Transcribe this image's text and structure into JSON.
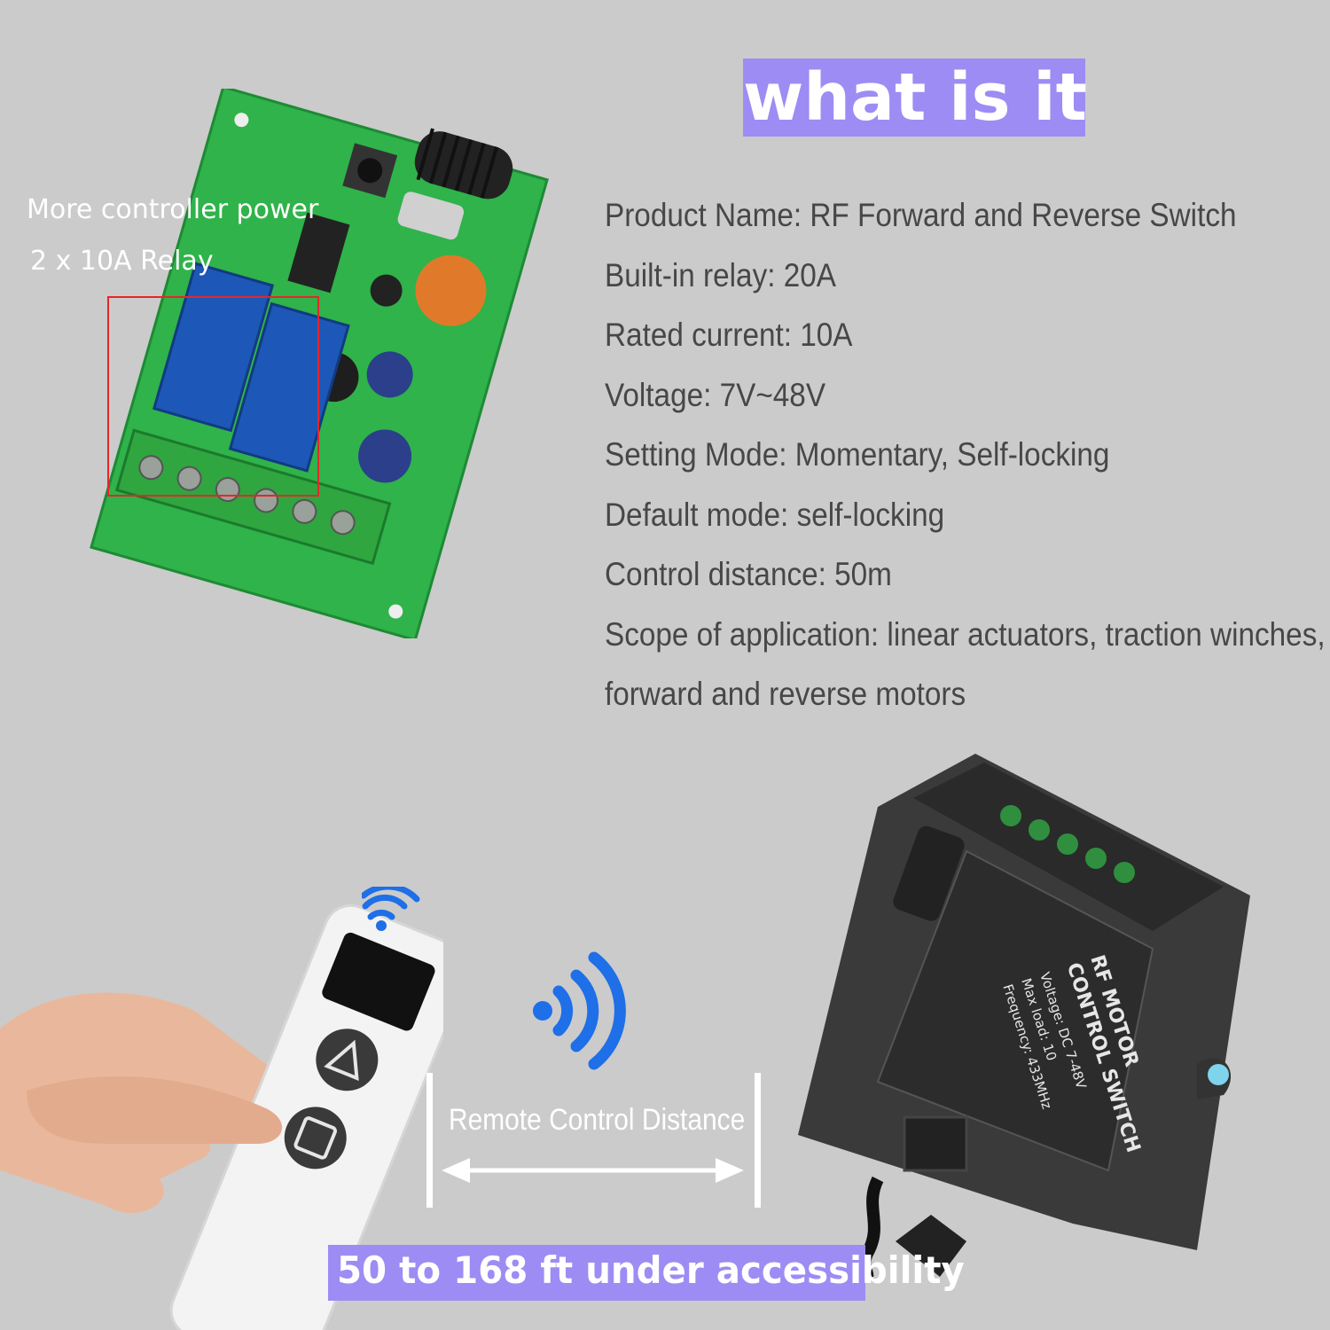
{
  "header": {
    "title": "what is it"
  },
  "specs": [
    "Product Name: RF Forward and Reverse Switch",
    "Built-in relay: 20A",
    "Rated current: 10A",
    "Voltage: 7V~48V",
    "Setting Mode: Momentary, Self-locking",
    "Default mode: self-locking",
    "Control distance: 50m",
    "Scope of application: linear actuators, traction winches,",
    "forward and reverse motors"
  ],
  "board_callout": {
    "line1": "More controller power",
    "line2": "2 x 10A Relay"
  },
  "distance": {
    "label": "Remote Control Distance",
    "caption": "50 to 168 ft under accessibility"
  },
  "box_label": {
    "line1": "RF MOTOR",
    "line2": "CONTROL SWITCH",
    "voltage": "Voltage: DC 7-48V",
    "max_load": "Max load: 10",
    "frequency": "Frequency: 433MHz"
  },
  "colors": {
    "background": "#cbcbcb",
    "accent": "#9d8cf4",
    "text": "#474747",
    "signal": "#1e6fe8"
  }
}
